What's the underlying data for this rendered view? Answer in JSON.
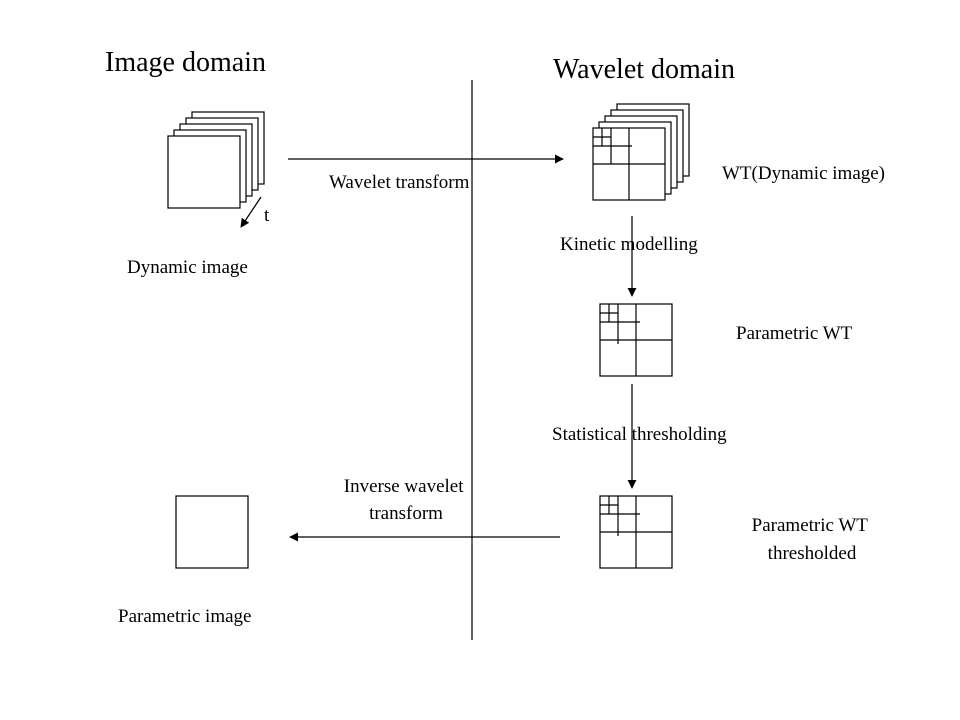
{
  "headings": {
    "image_domain": "Image domain",
    "wavelet_domain": "Wavelet domain"
  },
  "labels": {
    "time_axis": "t",
    "dynamic_image": "Dynamic image",
    "wavelet_transform": "Wavelet transform",
    "wt_dynamic_image": "WT(Dynamic image)",
    "kinetic_modelling": "Kinetic modelling",
    "parametric_wt": "Parametric WT",
    "statistical_thresholding": "Statistical thresholding",
    "inverse_wavelet_line1": "Inverse wavelet",
    "inverse_wavelet_line2": "transform",
    "parametric_wt_thresholded_line1": "Parametric WT",
    "parametric_wt_thresholded_line2": "thresholded",
    "parametric_image": "Parametric image"
  },
  "colors": {
    "stroke": "#000000",
    "background": "#ffffff"
  }
}
